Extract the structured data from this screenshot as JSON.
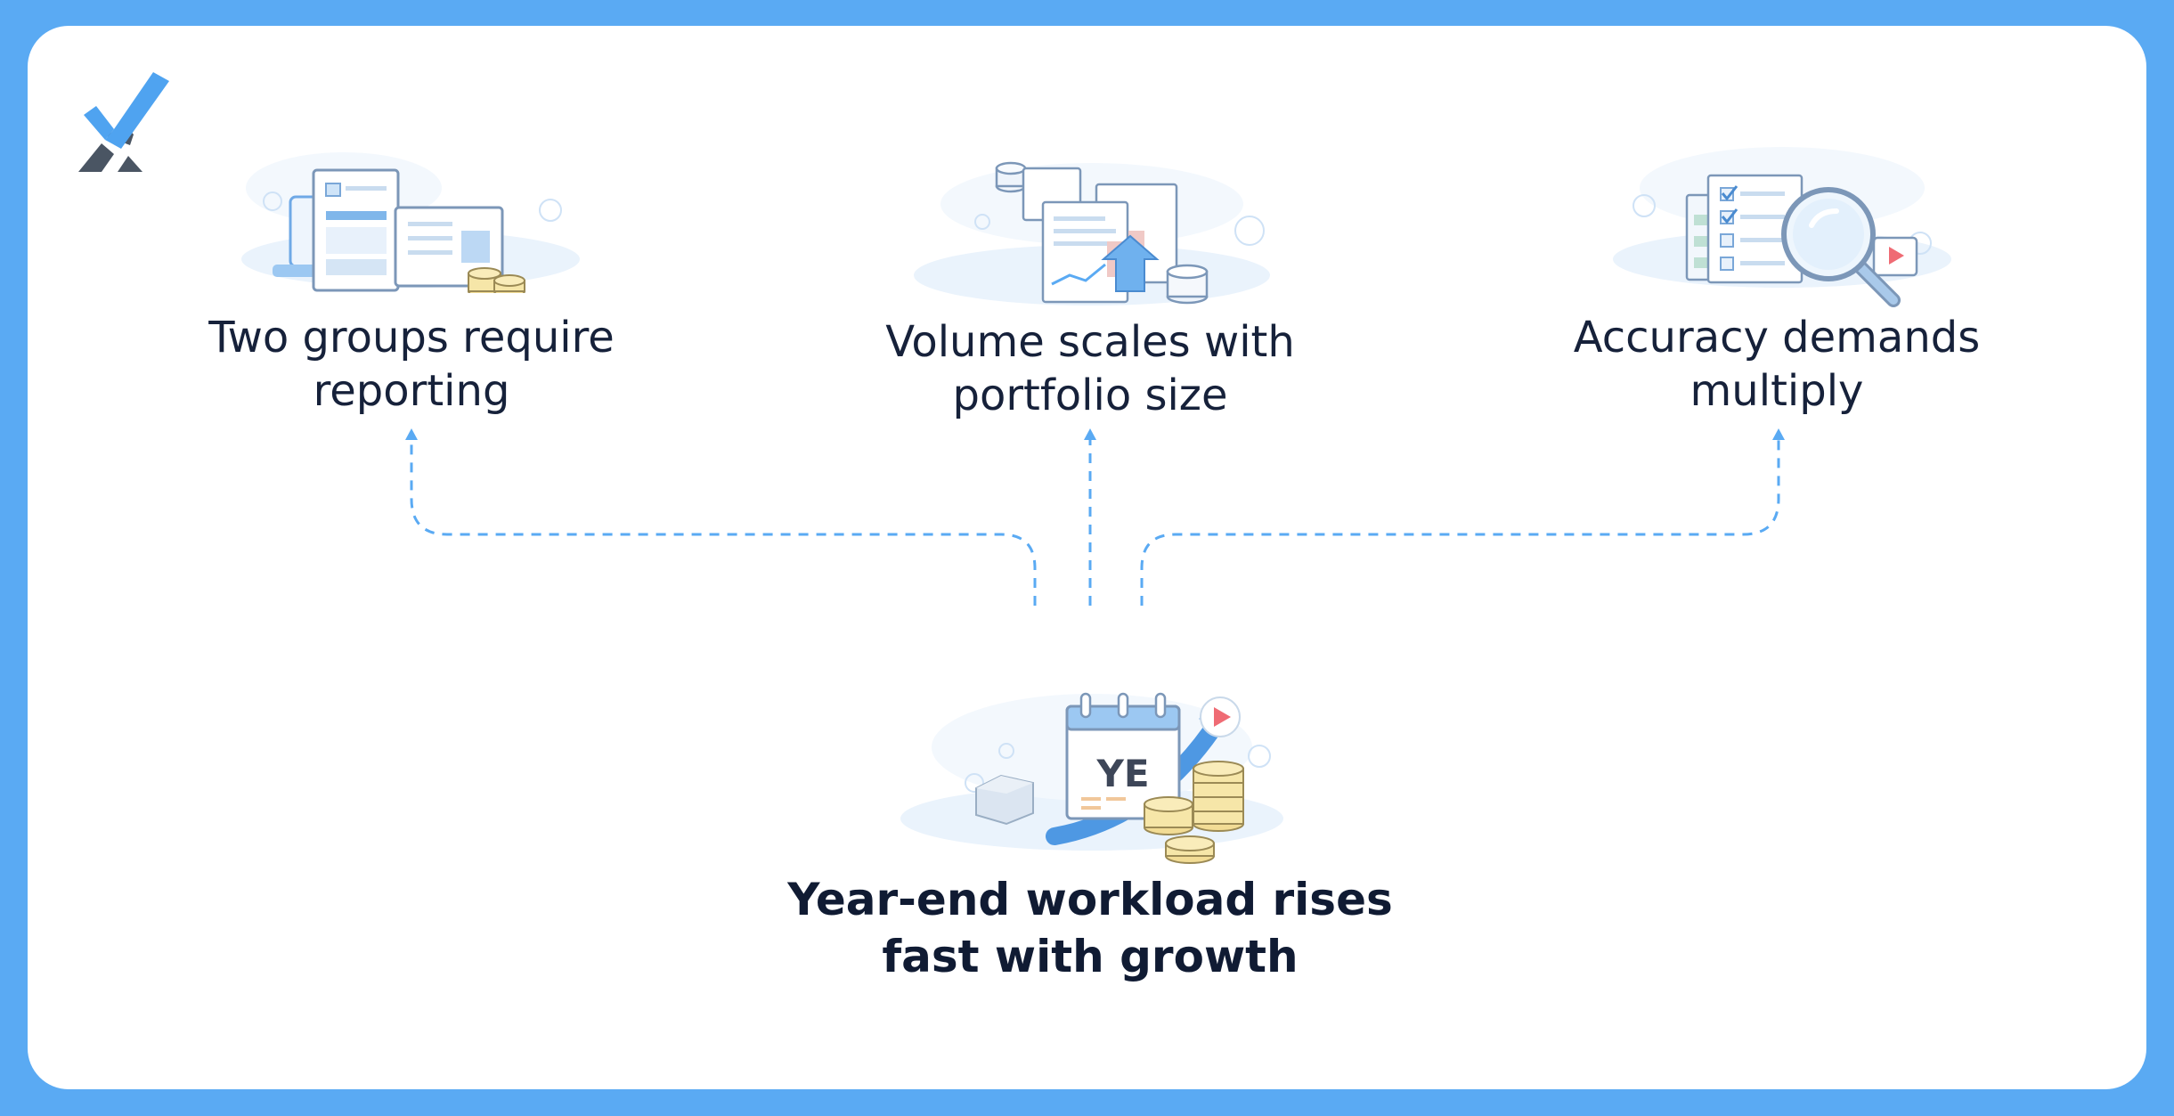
{
  "diagram": {
    "center_node": {
      "icon_text": "YE",
      "label_lines": [
        "Year-end workload rises",
        "fast with growth"
      ]
    },
    "outcomes": [
      {
        "label_lines": [
          "Two groups require",
          "reporting"
        ]
      },
      {
        "label_lines": [
          "Volume scales with",
          "portfolio size"
        ]
      },
      {
        "label_lines": [
          "Accuracy demands",
          "multiply"
        ]
      }
    ]
  },
  "colors": {
    "frame": "#5aaaf3",
    "card": "#ffffff",
    "connector": "#5aaaf3",
    "text": "#16213a",
    "logo_check": "#4fa3f0",
    "logo_base": "#4a5563"
  },
  "icons": {
    "logo": "brand-checkmark-logo",
    "outcome_1": "reports-laptop-coins-icon",
    "outcome_2": "documents-growth-arrow-icon",
    "outcome_3": "checklist-magnifier-icon",
    "center": "calendar-coins-growth-icon"
  }
}
